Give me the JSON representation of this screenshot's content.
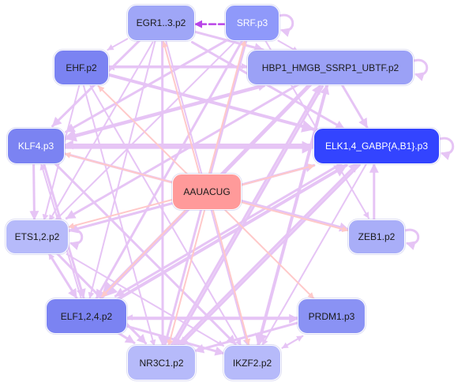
{
  "colors": {
    "edge_purple": "#e6c4f5",
    "edge_red": "#ffc9c9",
    "edge_dashed": "#b945e8",
    "center_node": "#ff9a9a"
  },
  "nodes": [
    {
      "id": "egr",
      "label": "EGR1..3.p2",
      "fill": "#9fa6f7",
      "text": "#1a1a1a"
    },
    {
      "id": "srf",
      "label": "SRF.p3",
      "fill": "#8f99fa",
      "text": "#ffffff"
    },
    {
      "id": "ehf",
      "label": "EHF.p2",
      "fill": "#7b83f2",
      "text": "#1a1a1a"
    },
    {
      "id": "hbp",
      "label": "HBP1_HMGB_SSRP1_UBTF.p2",
      "fill": "#9ba1f6",
      "text": "#1a1a1a"
    },
    {
      "id": "klf",
      "label": "KLF4.p3",
      "fill": "#7b83f2",
      "text": "#ffffff"
    },
    {
      "id": "elk",
      "label": "ELK1,4_GABP{A,B1}.p3",
      "fill": "#3344ff",
      "text": "#ffffff"
    },
    {
      "id": "center",
      "label": "AAUACUG",
      "fill": "#ff9a9a",
      "text": "#1a1a1a"
    },
    {
      "id": "ets",
      "label": "ETS1,2.p2",
      "fill": "#b6bafa",
      "text": "#1a1a1a"
    },
    {
      "id": "zeb",
      "label": "ZEB1.p2",
      "fill": "#a9aef8",
      "text": "#1a1a1a"
    },
    {
      "id": "elf",
      "label": "ELF1,2,4.p2",
      "fill": "#7b83f2",
      "text": "#1a1a1a"
    },
    {
      "id": "prdm",
      "label": "PRDM1.p3",
      "fill": "#8a92f4",
      "text": "#1a1a1a"
    },
    {
      "id": "nr3",
      "label": "NR3C1.p2",
      "fill": "#b6bafa",
      "text": "#1a1a1a"
    },
    {
      "id": "ikzf",
      "label": "IKZF2.p2",
      "fill": "#b6bafa",
      "text": "#1a1a1a"
    }
  ],
  "edges": [
    {
      "from": "center",
      "to": "egr",
      "kind": "red",
      "w": 2
    },
    {
      "from": "center",
      "to": "ehf",
      "kind": "red",
      "w": 2
    },
    {
      "from": "center",
      "to": "klf",
      "kind": "red",
      "w": 2
    },
    {
      "from": "center",
      "to": "ets",
      "kind": "red",
      "w": 2
    },
    {
      "from": "center",
      "to": "elf",
      "kind": "red",
      "w": 2
    },
    {
      "from": "center",
      "to": "nr3",
      "kind": "red",
      "w": 2
    },
    {
      "from": "center",
      "to": "ikzf",
      "kind": "red",
      "w": 2
    },
    {
      "from": "center",
      "to": "prdm",
      "kind": "red",
      "w": 2
    },
    {
      "from": "center",
      "to": "zeb",
      "kind": "red",
      "w": 2
    },
    {
      "from": "center",
      "to": "elk",
      "kind": "red",
      "w": 2
    },
    {
      "from": "center",
      "to": "srf",
      "kind": "red",
      "w": 2
    },
    {
      "from": "srf",
      "to": "egr",
      "kind": "dashed",
      "w": 2.5
    },
    {
      "from": "egr",
      "to": "hbp",
      "kind": "purple",
      "w": 3
    },
    {
      "from": "egr",
      "to": "elk",
      "kind": "purple",
      "w": 3
    },
    {
      "from": "egr",
      "to": "klf",
      "kind": "purple",
      "w": 3
    },
    {
      "from": "egr",
      "to": "ets",
      "kind": "purple",
      "w": 2
    },
    {
      "from": "egr",
      "to": "nr3",
      "kind": "purple",
      "w": 3
    },
    {
      "from": "egr",
      "to": "ikzf",
      "kind": "purple",
      "w": 2
    },
    {
      "from": "egr",
      "to": "elf",
      "kind": "purple",
      "w": 2
    },
    {
      "from": "egr",
      "to": "ehf",
      "kind": "purple",
      "w": 2
    },
    {
      "from": "srf",
      "to": "klf",
      "kind": "purple",
      "w": 3
    },
    {
      "from": "srf",
      "to": "ets",
      "kind": "purple",
      "w": 2
    },
    {
      "from": "srf",
      "to": "elf",
      "kind": "purple",
      "w": 3
    },
    {
      "from": "srf",
      "to": "nr3",
      "kind": "purple",
      "w": 3
    },
    {
      "from": "srf",
      "to": "hbp",
      "kind": "purple",
      "w": 2
    },
    {
      "from": "srf",
      "to": "zeb",
      "kind": "purple",
      "w": 2
    },
    {
      "from": "ehf",
      "to": "hbp",
      "kind": "purple",
      "w": 2
    },
    {
      "from": "ehf",
      "to": "elk",
      "kind": "purple",
      "w": 4
    },
    {
      "from": "ehf",
      "to": "ikzf",
      "kind": "purple",
      "w": 2
    },
    {
      "from": "ehf",
      "to": "nr3",
      "kind": "purple",
      "w": 2
    },
    {
      "from": "ehf",
      "to": "ets",
      "kind": "purple",
      "w": 2
    },
    {
      "from": "hbp",
      "to": "elk",
      "kind": "purple",
      "w": 3
    },
    {
      "from": "hbp",
      "to": "klf",
      "kind": "purple",
      "w": 4
    },
    {
      "from": "hbp",
      "to": "ets",
      "kind": "purple",
      "w": 3
    },
    {
      "from": "hbp",
      "to": "elf",
      "kind": "purple",
      "w": 5
    },
    {
      "from": "hbp",
      "to": "nr3",
      "kind": "purple",
      "w": 3
    },
    {
      "from": "hbp",
      "to": "ikzf",
      "kind": "purple",
      "w": 4
    },
    {
      "from": "hbp",
      "to": "ehf",
      "kind": "purple",
      "w": 2
    },
    {
      "from": "klf",
      "to": "elk",
      "kind": "purple",
      "w": 4
    },
    {
      "from": "klf",
      "to": "ets",
      "kind": "purple",
      "w": 3
    },
    {
      "from": "klf",
      "to": "elf",
      "kind": "purple",
      "w": 3
    },
    {
      "from": "klf",
      "to": "ikzf",
      "kind": "purple",
      "w": 3
    },
    {
      "from": "klf",
      "to": "zeb",
      "kind": "purple",
      "w": 3
    },
    {
      "from": "klf",
      "to": "hbp",
      "kind": "purple",
      "w": 2
    },
    {
      "from": "elk",
      "to": "elf",
      "kind": "purple",
      "w": 3
    },
    {
      "from": "elk",
      "to": "ets",
      "kind": "purple",
      "w": 3
    },
    {
      "from": "elk",
      "to": "nr3",
      "kind": "purple",
      "w": 3
    },
    {
      "from": "elk",
      "to": "ikzf",
      "kind": "purple",
      "w": 2
    },
    {
      "from": "elk",
      "to": "klf",
      "kind": "purple",
      "w": 3
    },
    {
      "from": "ets",
      "to": "elk",
      "kind": "purple",
      "w": 3
    },
    {
      "from": "ets",
      "to": "nr3",
      "kind": "purple",
      "w": 3
    },
    {
      "from": "ets",
      "to": "elf",
      "kind": "purple",
      "w": 3
    },
    {
      "from": "ets",
      "to": "ikzf",
      "kind": "purple",
      "w": 2
    },
    {
      "from": "elf",
      "to": "elk",
      "kind": "purple",
      "w": 4
    },
    {
      "from": "elf",
      "to": "prdm",
      "kind": "purple",
      "w": 3
    },
    {
      "from": "elf",
      "to": "nr3",
      "kind": "purple",
      "w": 3
    },
    {
      "from": "elf",
      "to": "ikzf",
      "kind": "purple",
      "w": 3
    },
    {
      "from": "elf",
      "to": "klf",
      "kind": "purple",
      "w": 2
    },
    {
      "from": "elf",
      "to": "ets",
      "kind": "purple",
      "w": 2
    },
    {
      "from": "prdm",
      "to": "nr3",
      "kind": "purple",
      "w": 3
    },
    {
      "from": "prdm",
      "to": "ikzf",
      "kind": "purple",
      "w": 2
    },
    {
      "from": "prdm",
      "to": "elf",
      "kind": "purple",
      "w": 2
    },
    {
      "from": "nr3",
      "to": "hbp",
      "kind": "purple",
      "w": 3
    },
    {
      "from": "ikzf",
      "to": "hbp",
      "kind": "purple",
      "w": 3
    },
    {
      "from": "ikzf",
      "to": "prdm",
      "kind": "purple",
      "w": 2
    },
    {
      "from": "zeb",
      "to": "elk",
      "kind": "purple",
      "w": 3
    },
    {
      "from": "nr3",
      "to": "elk",
      "kind": "purple",
      "w": 3
    }
  ],
  "self_loops": [
    "srf",
    "hbp",
    "elk",
    "zeb",
    "ets"
  ]
}
